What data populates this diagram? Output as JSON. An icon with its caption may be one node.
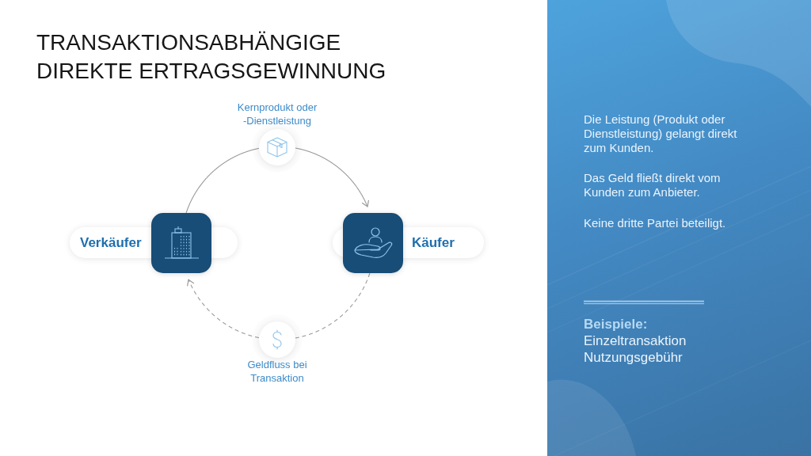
{
  "diagram": {
    "title": "TRANSAKTIONSABHÄNGIGE DIREKTE ERTRAGSGEWINNUNG",
    "nodes": [
      {
        "text": [
          "Verkäufer"
        ]
      },
      {
        "text": [],
        "shape": "circle",
        "beside": [
          "Kernprodukt oder -Dienstleistung"
        ]
      },
      {
        "text": [
          "Käufer"
        ]
      },
      {
        "text": [],
        "shape": "circle",
        "beside": [
          "Geldfluss bei Transaktion"
        ]
      }
    ],
    "edges": [
      {
        "from": 0,
        "to": 1,
        "arrow": "none"
      },
      {
        "from": 1,
        "to": 2,
        "arrow": "to"
      },
      {
        "from": 2,
        "to": 3,
        "arrow": "none",
        "style": "dashed"
      },
      {
        "from": 3,
        "to": 0,
        "arrow": "to",
        "style": "dashed"
      }
    ],
    "labels": [
      "Die Leistung (Produkt oder Dienstleistung) gelangt direkt zum Kunden.",
      "Das Geld fließt direkt vom Kunden zum Anbieter.",
      "Keine dritte Partei beteiligt.",
      "Beispiele:",
      "Einzeltransaktion",
      "Nutzungsgebühr"
    ]
  }
}
